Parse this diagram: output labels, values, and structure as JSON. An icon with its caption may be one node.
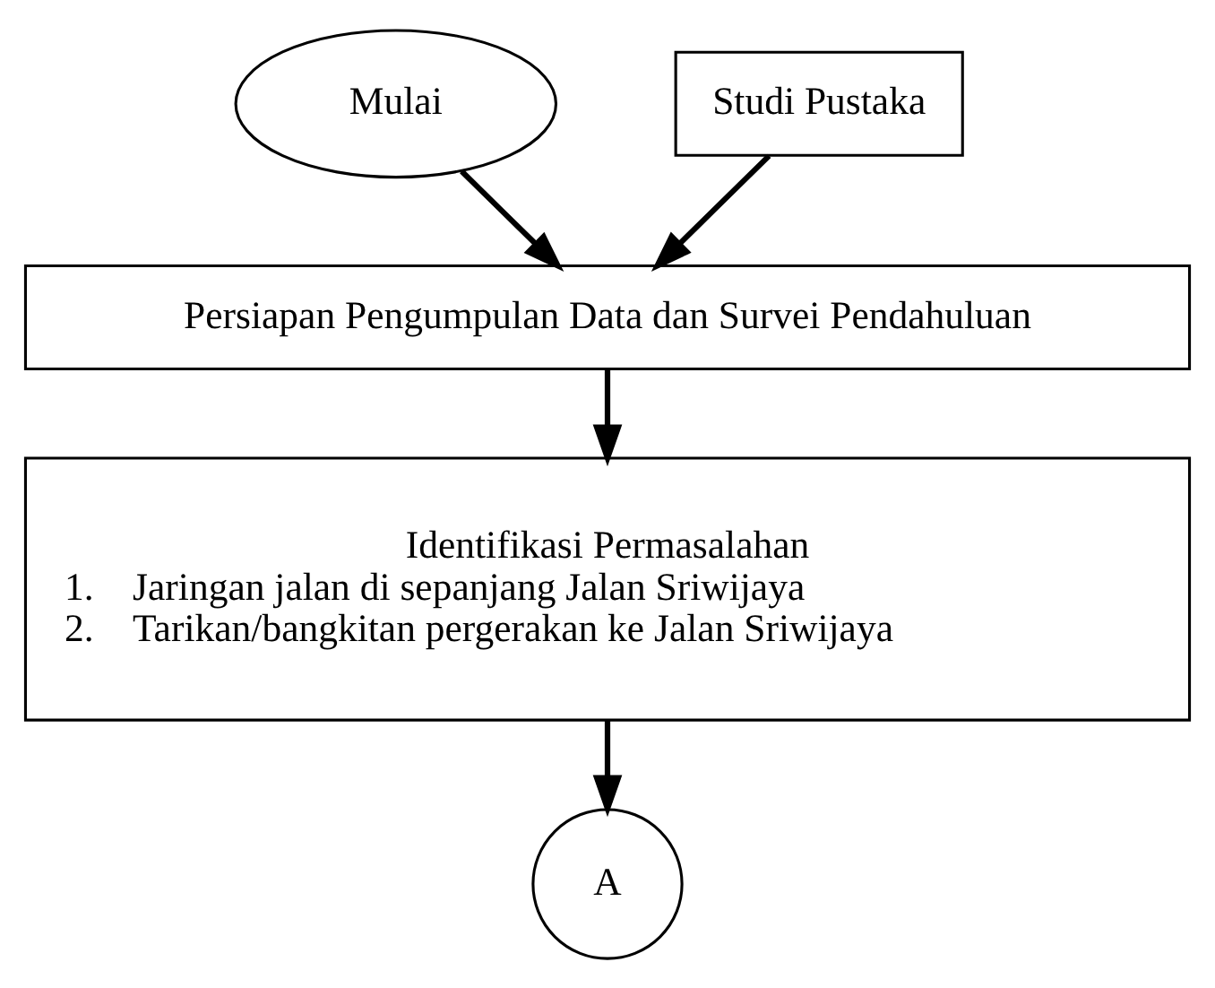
{
  "diagram": {
    "nodes": [
      {
        "text": [
          "Mulai"
        ]
      },
      {
        "text": [
          "Studi Pustaka"
        ]
      },
      {
        "text": [
          "Persiapan Pengumpulan Data dan Survei Pendahuluan"
        ]
      },
      {
        "text": [
          "Identifikasi Permasalahan",
          "1.    Jaringan jalan di sepanjang Jalan Sriwijaya",
          "2.    Tarikan/bangkitan pergerakan ke Jalan Sriwijaya"
        ]
      },
      {
        "text": [
          "A"
        ]
      }
    ],
    "edges": [
      {
        "from": 0,
        "to": 2,
        "arrow": "to"
      },
      {
        "from": 1,
        "to": 2,
        "arrow": "to"
      },
      {
        "from": 2,
        "to": 3,
        "arrow": "to"
      },
      {
        "from": 3,
        "to": 4,
        "arrow": "to"
      }
    ]
  }
}
